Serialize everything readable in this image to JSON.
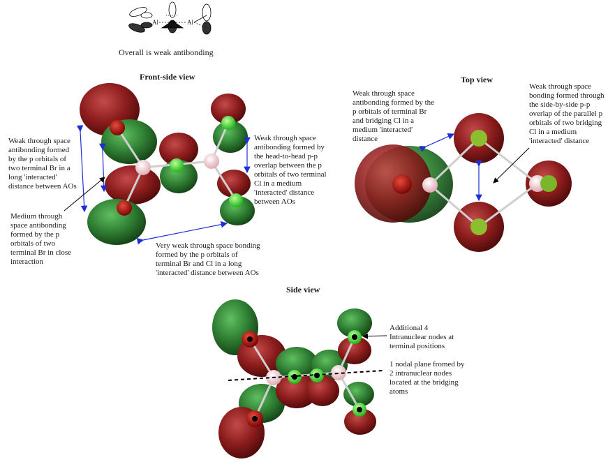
{
  "header": {
    "overall_label": "Overall is weak antibonding",
    "schematic_atoms": [
      "Al",
      "Al"
    ]
  },
  "views": {
    "front_title": "Front-side view",
    "top_title": "Top view",
    "side_title": "Side view"
  },
  "annotations": {
    "front_br_terminal": "Weak through space antibonding formed by the p orbitals of two terminal Br in a long 'interacted' distance between AOs",
    "front_br_close": "Medium through space antibonding formed by the p orbitals of two terminal Br in close interaction",
    "front_cl_terminal": "Weak through space antibonding formed by the head-to-head p-p overlap between the p orbitals of two terminal Cl in a medium 'interacted' distance between AOs",
    "front_br_cl": "Very weak through space bonding formed by  the p orbitals of terminal Br and Cl in a long 'interacted' distance between AOs",
    "top_br_cl": "Weak through space antibonding formed by the p orbitals of terminal Br and bridging Cl in a medium 'interacted' distance",
    "top_bridging_cl": "Weak through space bonding formed through the side-by-side p-p overlap of the parallel p orbitals of two bridging Cl in a medium 'interacted' distance",
    "side_nodes": "Additional 4 Intranuclear nodes at terminal positions",
    "side_plane": "1 nodal plane fromed by 2 intranuclear nodes located at the bridging atoms"
  },
  "colors": {
    "lobe_red": "#8b1c1c",
    "lobe_green": "#2e7d32",
    "al_atom": "#f2c6cc",
    "cl_atom": "#39e62e",
    "br_atom": "#b01010",
    "arrow_blue": "#1f2fd6"
  }
}
